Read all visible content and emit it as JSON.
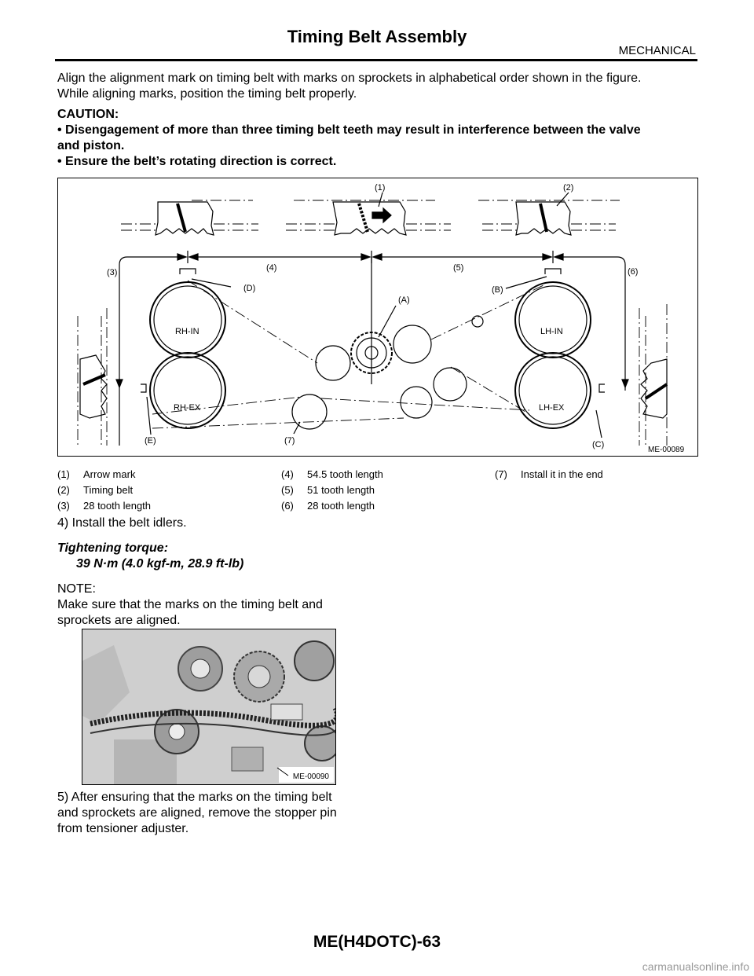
{
  "header": {
    "title": "Timing Belt Assembly",
    "section": "MECHANICAL"
  },
  "intro": {
    "line1": "Align the alignment mark on timing belt with marks on sprockets in alphabetical order shown in the figure.",
    "line2": "While aligning marks, position the timing belt properly."
  },
  "caution": {
    "heading": "CAUTION:",
    "item1_a": "• Disengagement of more than three timing belt teeth may result in interference between the valve",
    "item1_b": "and piston.",
    "item2": "• Ensure the belt’s rotating direction is correct."
  },
  "figure1": {
    "id": "ME-00089",
    "callouts": {
      "c1": "(1)",
      "c2": "(2)",
      "c3": "(3)",
      "c4": "(4)",
      "c5": "(5)",
      "c6": "(6)",
      "c7": "(7)",
      "a": "(A)",
      "b": "(B)",
      "c": "(C)",
      "d": "(D)",
      "e": "(E)"
    },
    "sprockets": {
      "rh_in": "RH-IN",
      "rh_ex": "RH-EX",
      "lh_in": "LH-IN",
      "lh_ex": "LH-EX"
    }
  },
  "legend": [
    {
      "num": "(1)",
      "text": "Arrow mark"
    },
    {
      "num": "(2)",
      "text": "Timing belt"
    },
    {
      "num": "(3)",
      "text": "28 tooth length"
    },
    {
      "num": "(4)",
      "text": "54.5 tooth length"
    },
    {
      "num": "(5)",
      "text": "51 tooth length"
    },
    {
      "num": "(6)",
      "text": "28 tooth length"
    },
    {
      "num": "(7)",
      "text": "Install it in the end"
    }
  ],
  "step4": {
    "text": "4) Install the belt idlers.",
    "torque_label": "Tightening torque:",
    "torque_value": "39 N·m (4.0 kgf-m, 28.9 ft-lb)",
    "note_label": "NOTE:",
    "note_line1": "Make sure that the marks on the timing belt and",
    "note_line2": "sprockets are aligned."
  },
  "figure2": {
    "id": "ME-00090"
  },
  "step5": {
    "line1": "5) After ensuring that the marks on the timing belt",
    "line2": "and sprockets are aligned, remove the stopper pin",
    "line3": "from tensioner adjuster."
  },
  "footer": {
    "page_code": "ME(H4DOTC)-63"
  },
  "watermark": "carmanualsonline.info"
}
